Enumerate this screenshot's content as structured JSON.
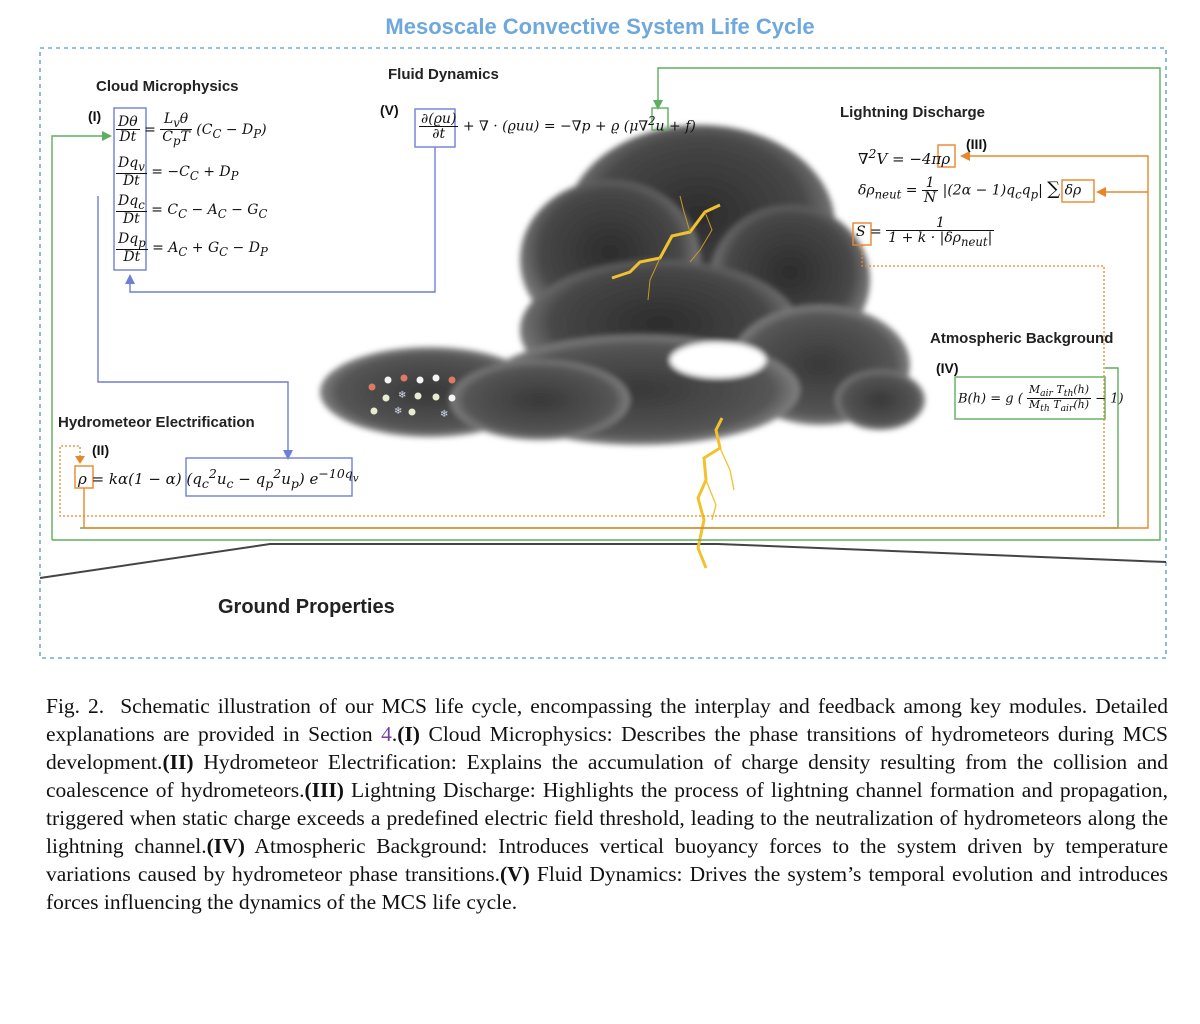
{
  "title": "Mesoscale Convective System Life Cycle",
  "modules": {
    "cloud_microphysics": "Cloud Microphysics",
    "fluid_dynamics": "Fluid Dynamics",
    "lightning_discharge": "Lightning Discharge",
    "atmospheric_background": "Atmospheric Background",
    "hydrometeor_electrification": "Hydrometeor Electrification",
    "ground_properties": "Ground Properties"
  },
  "markers": {
    "i": "(I)",
    "ii": "(II)",
    "iii": "(III)",
    "iv": "(IV)",
    "v": "(V)"
  },
  "equations": {
    "cm1_rhs": "(C",
    "cm1_rhs_b": " − D",
    "cm1_rhs_c": ")",
    "cm2_rhs": "= −C",
    "cm2_rhs_b": " + D",
    "cm3_rhs": "= C",
    "cm3_rhs_b": " − A",
    "cm3_rhs_c": " − G",
    "cm4_rhs": "= A",
    "cm4_rhs_b": " + G",
    "cm4_rhs_c": " − D",
    "fd_rhs": "+ ∇ · (ϱuu) = −∇p + ϱ (μ∇",
    "fd_rhs_b": "u + ",
    "ld1": "∇",
    "ld1_b": "V = −4π",
    "ld2_lhs": "δρ",
    "ld2_rhs": "|(2α − 1)q",
    "ld2_rhs_b": "q",
    "ld2_rhs_c": "|",
    "ld3_den": "1 + k · |δρ",
    "ld3_den_b": "|",
    "ab_lhs": "B(h) = g",
    "he_rhs": "= kα(1 − α)",
    "he_exp": "−10q"
  },
  "caption": {
    "fig": "Fig. 2.",
    "p1": "Schematic illustration of our MCS life cycle, encompassing the interplay and feedback among key modules. Detailed explanations are provided in Section ",
    "section": "4",
    "p2": ".",
    "i_tag": "(I)",
    "i_text": " Cloud Microphysics: Describes the phase transitions of hydrometeors during MCS development.",
    "ii_tag": "(II)",
    "ii_text": " Hydrometeor Electrification: Explains the accumulation of charge density resulting from the collision and coalescence of hydrometeors.",
    "iii_tag": "(III)",
    "iii_text": " Lightning Discharge: Highlights the process of lightning channel formation and propagation, triggered when static charge exceeds a predefined electric field threshold, leading to the neutralization of hydrometeors along the lightning channel.",
    "iv_tag": "(IV)",
    "iv_text": " Atmospheric Background: Introduces vertical buoyancy forces to the system driven by temperature variations caused by hydrometeor phase transitions.",
    "v_tag": "(V)",
    "v_text": " Fluid Dynamics: Drives the system’s temporal evolution and introduces forces influencing the dynamics of the MCS life cycle."
  },
  "colors": {
    "frame": "#6fa8dc",
    "green": "#5fae5f",
    "blue": "#6f7fd8",
    "orange": "#e8872a",
    "cloud": "#3b3b3b",
    "bolt": "#f2c12e"
  }
}
